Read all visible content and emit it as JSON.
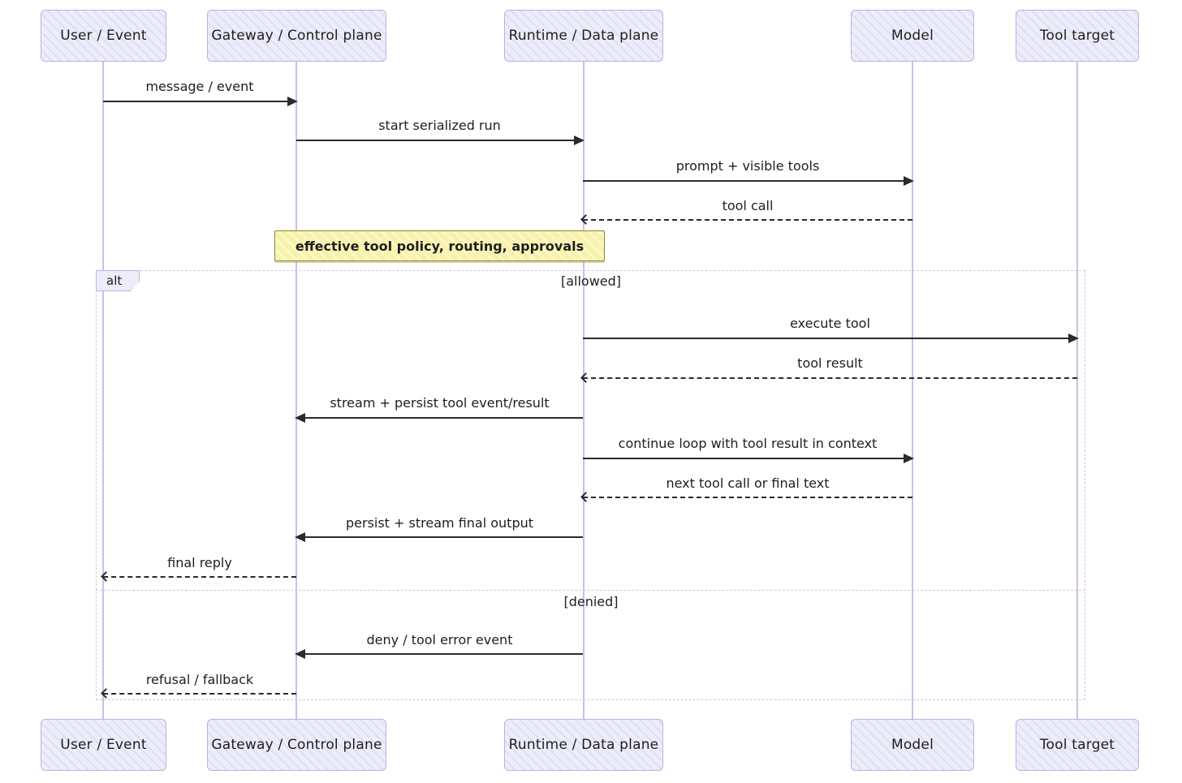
{
  "diagram": {
    "type": "sequence",
    "actors": [
      {
        "id": "user-event",
        "label": "User / Event"
      },
      {
        "id": "gateway-control-plane",
        "label": "Gateway / Control plane"
      },
      {
        "id": "runtime-data-plane",
        "label": "Runtime / Data plane"
      },
      {
        "id": "model",
        "label": "Model"
      },
      {
        "id": "tool-target",
        "label": "Tool target"
      }
    ],
    "messages": [
      {
        "label": "message / event",
        "from": "User / Event",
        "to": "Gateway / Control plane",
        "line": "solid"
      },
      {
        "label": "start serialized run",
        "from": "Gateway / Control plane",
        "to": "Runtime / Data plane",
        "line": "solid"
      },
      {
        "label": "prompt + visible tools",
        "from": "Runtime / Data plane",
        "to": "Model",
        "line": "solid"
      },
      {
        "label": "tool call",
        "from": "Model",
        "to": "Runtime / Data plane",
        "line": "dashed"
      },
      {
        "label": "execute tool",
        "from": "Runtime / Data plane",
        "to": "Tool target",
        "line": "solid"
      },
      {
        "label": "tool result",
        "from": "Tool target",
        "to": "Runtime / Data plane",
        "line": "dashed"
      },
      {
        "label": "stream + persist tool event/result",
        "from": "Runtime / Data plane",
        "to": "Gateway / Control plane",
        "line": "solid"
      },
      {
        "label": "continue loop with tool result in context",
        "from": "Runtime / Data plane",
        "to": "Model",
        "line": "solid"
      },
      {
        "label": "next tool call or final text",
        "from": "Model",
        "to": "Runtime / Data plane",
        "line": "dashed"
      },
      {
        "label": "persist + stream final output",
        "from": "Runtime / Data plane",
        "to": "Gateway / Control plane",
        "line": "solid"
      },
      {
        "label": "final reply",
        "from": "Gateway / Control plane",
        "to": "User / Event",
        "line": "dashed"
      },
      {
        "label": "deny / tool error event",
        "from": "Runtime / Data plane",
        "to": "Gateway / Control plane",
        "line": "solid"
      },
      {
        "label": "refusal / fallback",
        "from": "Gateway / Control plane",
        "to": "User / Event",
        "line": "dashed"
      }
    ],
    "note": {
      "label": "effective tool policy, routing, approvals"
    },
    "alt": {
      "label": "alt",
      "guards": [
        "[allowed]",
        "[denied]"
      ]
    },
    "colors": {
      "actor_fill": "#ededfa",
      "actor_border": "#b6b2e4",
      "lifeline": "#d0bde8",
      "frame_border": "#d4c3ec",
      "note_fill": "#f8f2ab",
      "note_border": "#8f892b",
      "arrow": "#2b2b2b",
      "text": "#1e1e1e"
    }
  }
}
